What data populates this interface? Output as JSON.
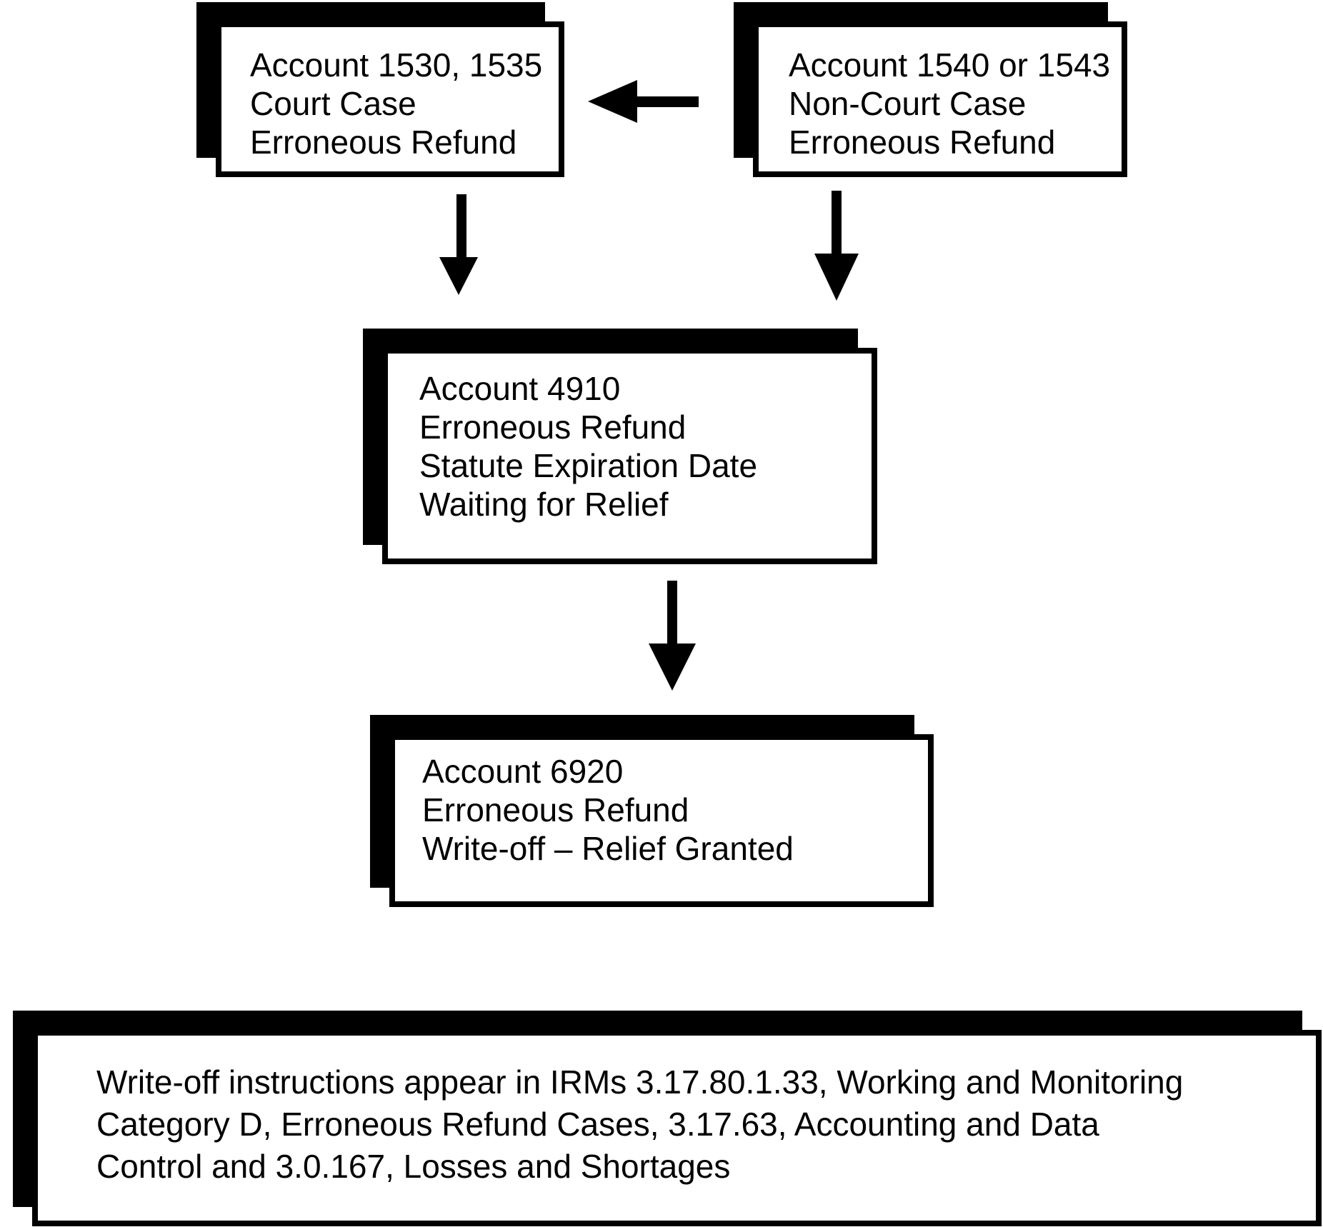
{
  "diagram": {
    "colors": {
      "ink": "#000000",
      "paper": "#ffffff"
    },
    "boxes": {
      "court_case": {
        "lines": [
          "Account 1530, 1535",
          "Court Case",
          "Erroneous Refund"
        ]
      },
      "non_court_case": {
        "lines": [
          "Account 1540 or 1543",
          "Non-Court Case",
          "Erroneous Refund"
        ]
      },
      "statute_expiration": {
        "lines": [
          "Account 4910",
          "Erroneous Refund",
          "Statute Expiration Date",
          "Waiting for Relief"
        ]
      },
      "write_off": {
        "lines": [
          "Account 6920",
          "Erroneous Refund",
          "Write-off – Relief Granted"
        ]
      },
      "note": {
        "lines": [
          "Write-off instructions appear in IRMs 3.17.80.1.33, Working and Monitoring",
          "Category D, Erroneous Refund Cases, 3.17.63, Accounting and Data",
          "Control and 3.0.167, Losses and Shortages"
        ]
      }
    },
    "connectors": {
      "non_court_to_court": "left-arrow",
      "court_to_statute": "down-arrow",
      "non_court_to_statute": "down-arrow",
      "statute_to_write_off": "down-arrow"
    }
  }
}
